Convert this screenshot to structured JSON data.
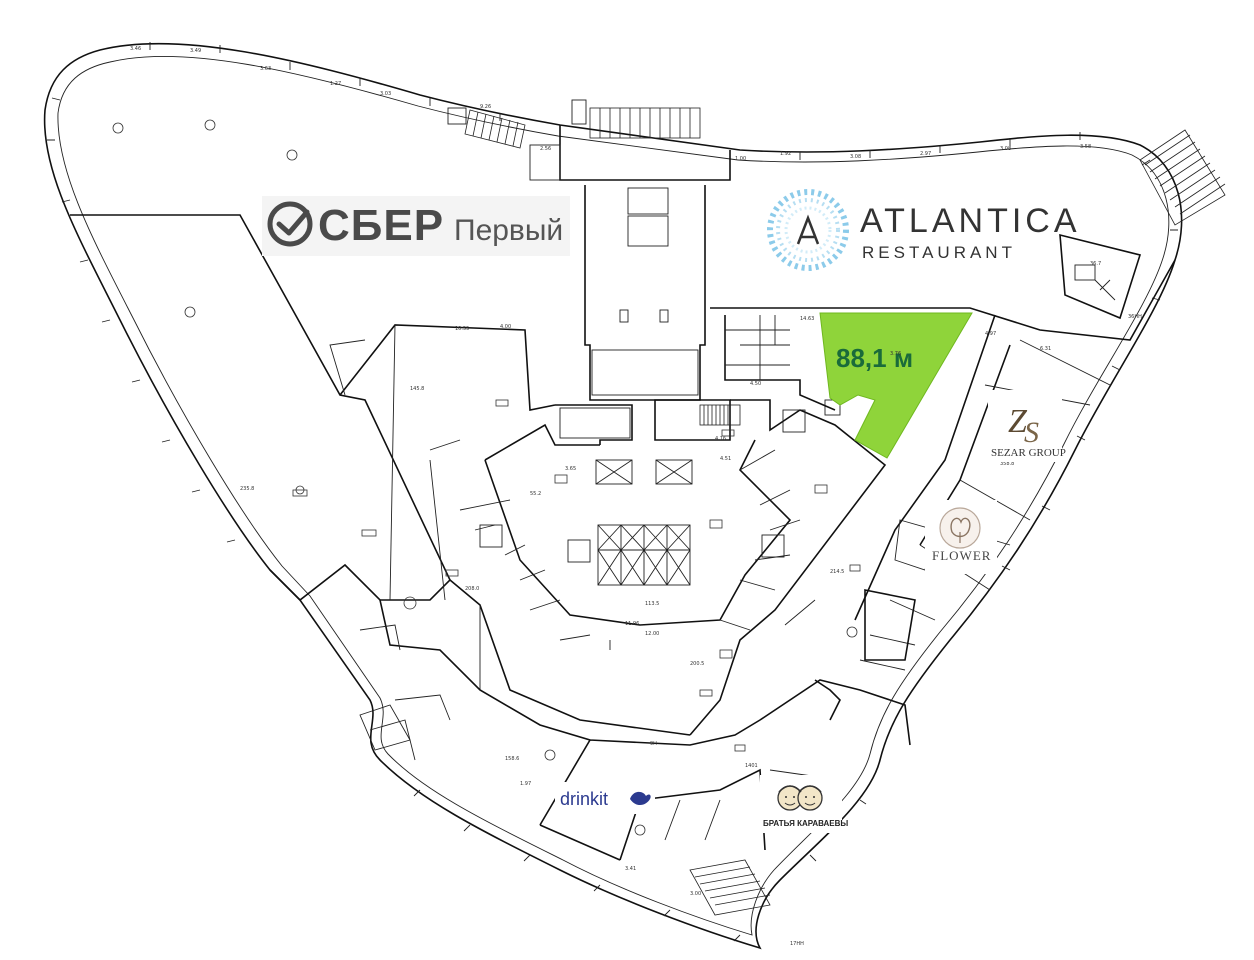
{
  "map": {
    "highlight_area_label": "88,1 м",
    "highlight_color": "#8fd43a"
  },
  "tenants": {
    "sber": {
      "brand": "СБЕР",
      "sub": "Первый",
      "color": "#21a038"
    },
    "atlantica": {
      "line1": "ATLANTICA",
      "line2": "RESTAURANT",
      "color": "#3aa7d8"
    },
    "sezar": {
      "monogram": "ZS",
      "name": "SEZAR GROUP"
    },
    "flower": {
      "name": "FLOWER"
    },
    "drinkit": {
      "name": "drinkit",
      "color": "#2b3a8f"
    },
    "bratya": {
      "name": "БРАТЬЯ КАРАВАЕВЫ"
    }
  }
}
